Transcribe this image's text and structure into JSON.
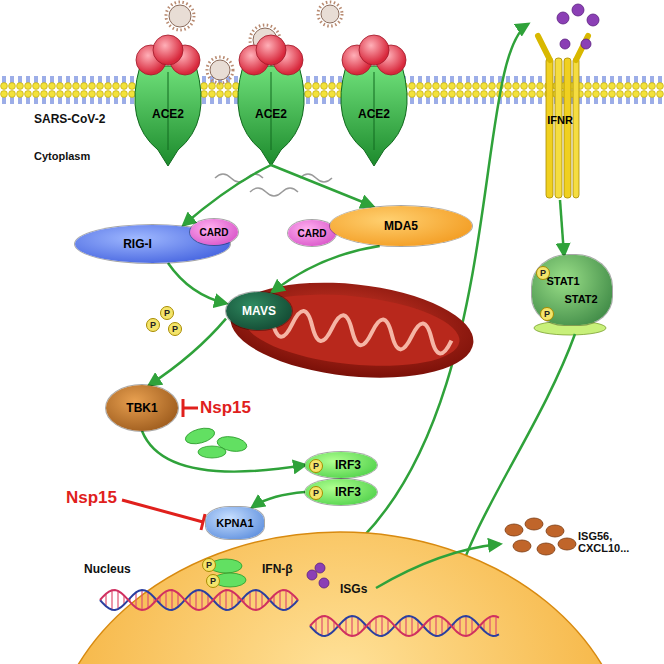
{
  "diagram": {
    "nodes": [
      {
        "text": [
          "ACE2"
        ]
      },
      {
        "text": [
          "ACE2"
        ]
      },
      {
        "text": [
          "ACE2"
        ]
      },
      {
        "text": [
          "IFNR"
        ]
      },
      {
        "text": [
          "RIG-I"
        ]
      },
      {
        "text": [
          "CARD"
        ]
      },
      {
        "text": [
          "CARD"
        ]
      },
      {
        "text": [
          "MDA5"
        ]
      },
      {
        "text": [
          "MAVS"
        ]
      },
      {
        "text": [
          "STAT1",
          "STAT2"
        ]
      },
      {
        "text": [
          "TBK1"
        ]
      },
      {
        "text": [
          "IRF3"
        ]
      },
      {
        "text": [
          "IRF3"
        ]
      },
      {
        "text": [
          "KPNA1"
        ]
      }
    ],
    "edges": [
      {
        "from": 1,
        "to": 4,
        "arrow": "to"
      },
      {
        "from": 1,
        "to": 7,
        "arrow": "to"
      },
      {
        "from": 4,
        "to": 8,
        "arrow": "to"
      },
      {
        "from": 7,
        "to": 8,
        "arrow": "to"
      },
      {
        "from": 8,
        "to": 10,
        "arrow": "to"
      },
      {
        "from": 10,
        "to": 11,
        "arrow": "to"
      },
      {
        "from": 12,
        "to": 13,
        "arrow": "to"
      },
      {
        "from": 3,
        "to": 9,
        "arrow": "to"
      }
    ],
    "labels": [
      "SARS-CoV-2",
      "Cytoplasm",
      "Nsp15",
      "P",
      "P",
      "P",
      "P",
      "P",
      "Nsp15",
      "Nucleus",
      "IFN-β",
      "ISGs",
      "ISG56, CXCL10...",
      "P",
      "P",
      "P",
      "P"
    ]
  }
}
